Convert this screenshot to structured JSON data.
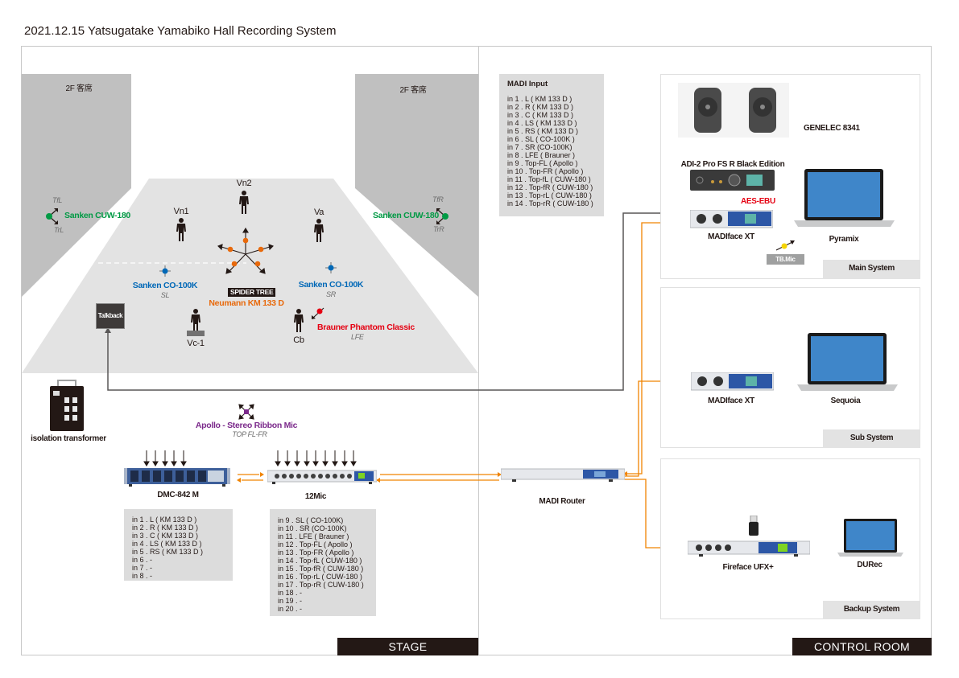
{
  "title": "2021.12.15 Yatsugatake Yamabiko Hall Recording System",
  "zones": {
    "stage": "STAGE",
    "control_room": "CONTROL ROOM"
  },
  "stage": {
    "balcony_left": "2F 客席",
    "balcony_right": "2F 客席",
    "players": {
      "vn1": "Vn1",
      "vn2": "Vn2",
      "va": "Va",
      "vc": "Vc-1",
      "cb": "Cb"
    },
    "mics": {
      "cuw_left": {
        "name": "Sanken CUW-180",
        "top": "TfL",
        "bottom": "TrL",
        "color": "#009a44"
      },
      "cuw_right": {
        "name": "Sanken CUW-180",
        "top": "TfR",
        "bottom": "TrR",
        "color": "#009a44"
      },
      "co100k_left": {
        "name": "Sanken CO-100K",
        "sub": "SL",
        "color": "#0068b7"
      },
      "co100k_right": {
        "name": "Sanken CO-100K",
        "sub": "SR",
        "color": "#0068b7"
      },
      "spider_tree": {
        "badge": "SPIDER TREE",
        "name": "Neumann KM 133 D",
        "color": "#e8690b"
      },
      "brauner": {
        "name": "Brauner Phantom Classic",
        "sub": "LFE",
        "color": "#e50012"
      },
      "apollo": {
        "name": "Apollo - Stereo Ribbon Mic",
        "sub": "TOP FL-FR",
        "color": "#7b2a8b"
      }
    },
    "talkback": "Talkback",
    "isolation_transformer": "isolation transformer",
    "devices": {
      "dmc": "DMC-842 M",
      "mic12": "12Mic"
    },
    "dmc_inputs": [
      "in 1 . L ( KM 133 D )",
      "in 2 . R ( KM 133 D )",
      "in 3 . C ( KM 133 D )",
      "in 4 . LS ( KM 133 D )",
      "in 5 . RS ( KM 133 D )",
      "in 6 . -",
      "in 7 . -",
      "in 8 . -"
    ],
    "mic12_inputs": [
      "in 9  . SL ( CO-100K)",
      "in 10 . SR (CO-100K)",
      "in 11 . LFE ( Brauner )",
      "in 12 . Top-FL ( Apollo )",
      "in 13 . Top-FR ( Apollo )",
      "in 14 . Top-fL ( CUW-180 )",
      "in 15 . Top-fR ( CUW-180 )",
      "in 16 . Top-rL ( CUW-180 )",
      "in 17 . Top-rR ( CUW-180 )",
      "in 18 . -",
      "in 19 . -",
      "in 20 . -"
    ]
  },
  "control_room": {
    "madi_input": {
      "heading": "MADI Input",
      "rows": [
        "in 1 . L ( KM 133 D )",
        "in 2 . R ( KM 133 D )",
        "in 3 . C ( KM 133 D )",
        "in 4 . LS ( KM 133 D )",
        "in 5 . RS ( KM 133 D )",
        "in 6 . SL ( CO-100K )",
        "in 7 . SR (CO-100K)",
        "in 8 . LFE ( Brauner )",
        "in 9 . Top-FL ( Apollo )",
        "in 10 . Top-FR ( Apollo )",
        "in 11 . Top-fL ( CUW-180 )",
        "in 12 . Top-fR ( CUW-180 )",
        "in 13 . Top-rL ( CUW-180 )",
        "in 14 . Top-rR ( CUW-180 )"
      ]
    },
    "madi_router": "MADI Router",
    "main_system": {
      "label": "Main System",
      "speakers": "GENELEC 8341",
      "dac": "ADI-2 Pro FS R Black Edition",
      "aes": "AES-EBU",
      "interface": "MADIface XT",
      "computer": "Pyramix",
      "tbmic": "TB.Mic"
    },
    "sub_system": {
      "label": "Sub System",
      "interface": "MADIface XT",
      "computer": "Sequoia"
    },
    "backup_system": {
      "label": "Backup System",
      "interface": "Fireface UFX+",
      "computer": "DURec"
    }
  }
}
